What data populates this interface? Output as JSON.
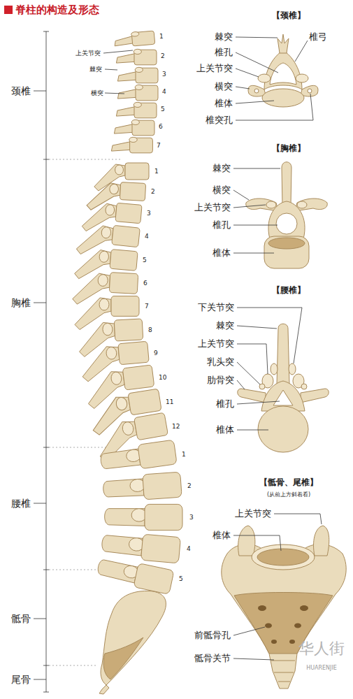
{
  "diagram": {
    "title": "脊柱的构造及形态",
    "labels": [
      "颈椎",
      "胸椎",
      "腰椎",
      "骶骨",
      "尾骨",
      "上关节突",
      "棘突",
      "横突",
      "1",
      "2",
      "3",
      "4",
      "5",
      "6",
      "7",
      "1",
      "2",
      "3",
      "4",
      "5",
      "6",
      "7",
      "8",
      "9",
      "10",
      "11",
      "12",
      "1",
      "2",
      "3",
      "4",
      "5",
      "【颈椎】",
      "棘突",
      "椎弓",
      "椎孔",
      "上关节突",
      "横突",
      "椎体",
      "椎突孔",
      "【胸椎】",
      "棘突",
      "横突",
      "上关节突",
      "椎孔",
      "椎体",
      "【腰椎】",
      "下关节突",
      "棘突",
      "上关节突",
      "乳头突",
      "肋骨突",
      "椎孔",
      "椎体",
      "【骶骨、尾椎】",
      "(从前上方斜着看)",
      "上关节突",
      "椎体",
      "前骶骨孔",
      "骶骨关节",
      "华人街",
      "HUARENJIE"
    ]
  }
}
